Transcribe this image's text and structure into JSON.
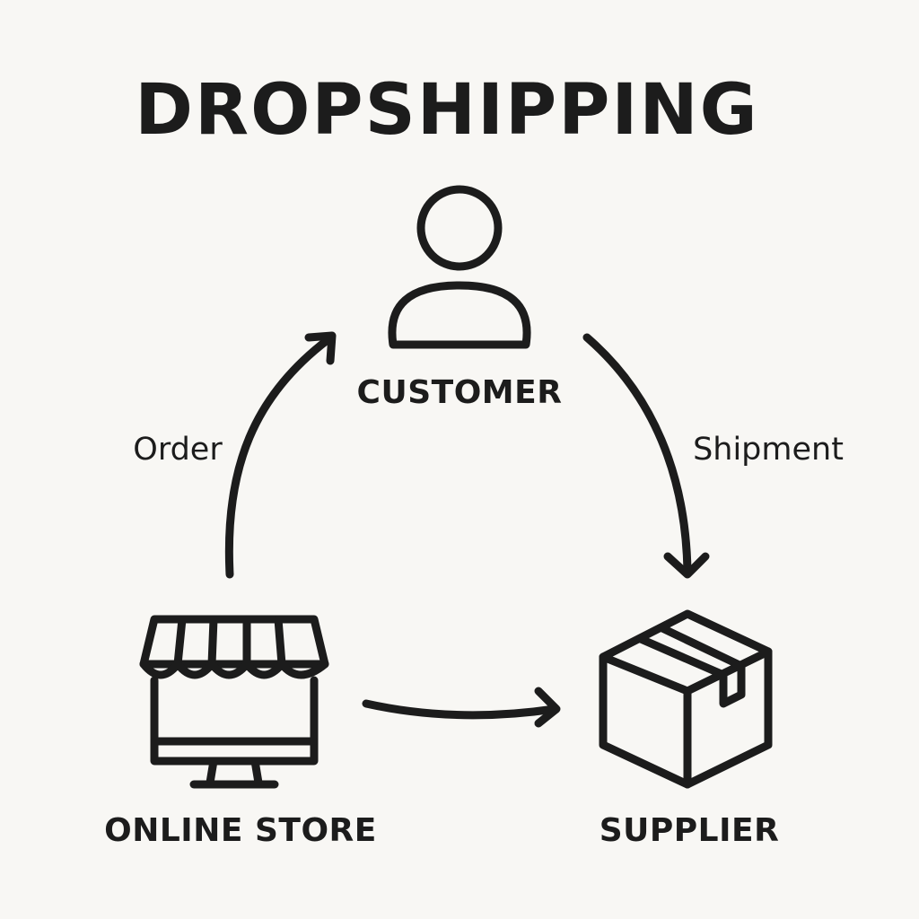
{
  "colors": {
    "background": "#f8f7f4",
    "ink": "#1c1c1c"
  },
  "diagram": {
    "title": "DROPSHIPPING",
    "nodes": {
      "customer": {
        "label": "CUSTOMER",
        "icon": "person-icon"
      },
      "online_store": {
        "label": "ONLINE STORE",
        "icon": "storefront-icon"
      },
      "supplier": {
        "label": "SUPPLIER",
        "icon": "box-icon"
      }
    },
    "edges": {
      "order": {
        "label": "Order",
        "from": "online_store",
        "to": "customer"
      },
      "shipment": {
        "label": "Shipment",
        "from": "customer",
        "to": "supplier"
      },
      "store_to_supplier": {
        "label": "",
        "from": "online_store",
        "to": "supplier"
      }
    }
  }
}
